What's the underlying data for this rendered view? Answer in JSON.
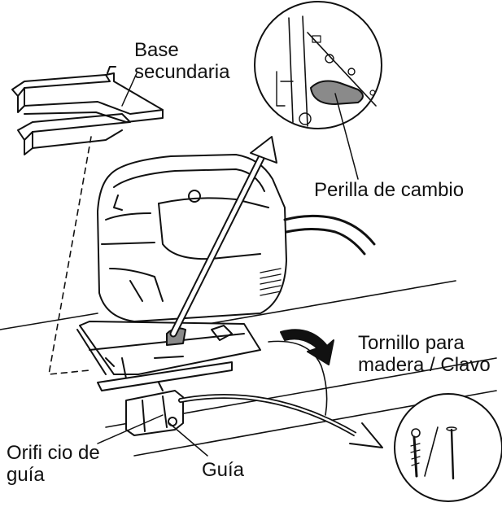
{
  "labels": {
    "base_secundaria": [
      "Base",
      "secundaria"
    ],
    "perilla_de_cambio": "Perilla de cambio",
    "tornillo": [
      "Tornillo para",
      "madera / Clavo"
    ],
    "orificio": [
      "Orifi cio de",
      "guía"
    ],
    "guia": "Guía"
  },
  "colors": {
    "line": "#111111",
    "knob_fill": "#8a8a8a",
    "tool_shading": "#b5b5b5",
    "background": "#ffffff"
  }
}
